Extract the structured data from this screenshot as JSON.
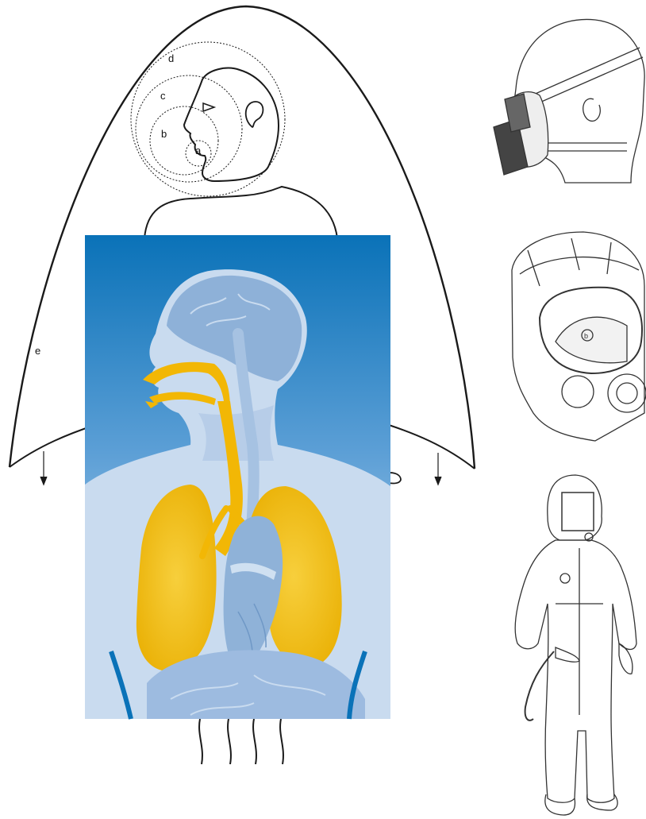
{
  "zone_labels": {
    "a": "a",
    "b": "b",
    "c": "c",
    "d": "d",
    "e": "e"
  },
  "mask_badge": "b",
  "colors": {
    "line": "#1a1a1a",
    "thin_line": "#333333",
    "panel_top": "#0a72b8",
    "panel_bottom": "#cfe0f1",
    "airway": "#f2b705",
    "lung": "#f5c52a",
    "heart": "#8fb2d8"
  },
  "icons": [
    "respiratory-zones-diagram",
    "respiratory-system-illustration",
    "half-mask-respirator-icon",
    "full-face-mask-icon",
    "hooded-protective-suit-icon"
  ]
}
